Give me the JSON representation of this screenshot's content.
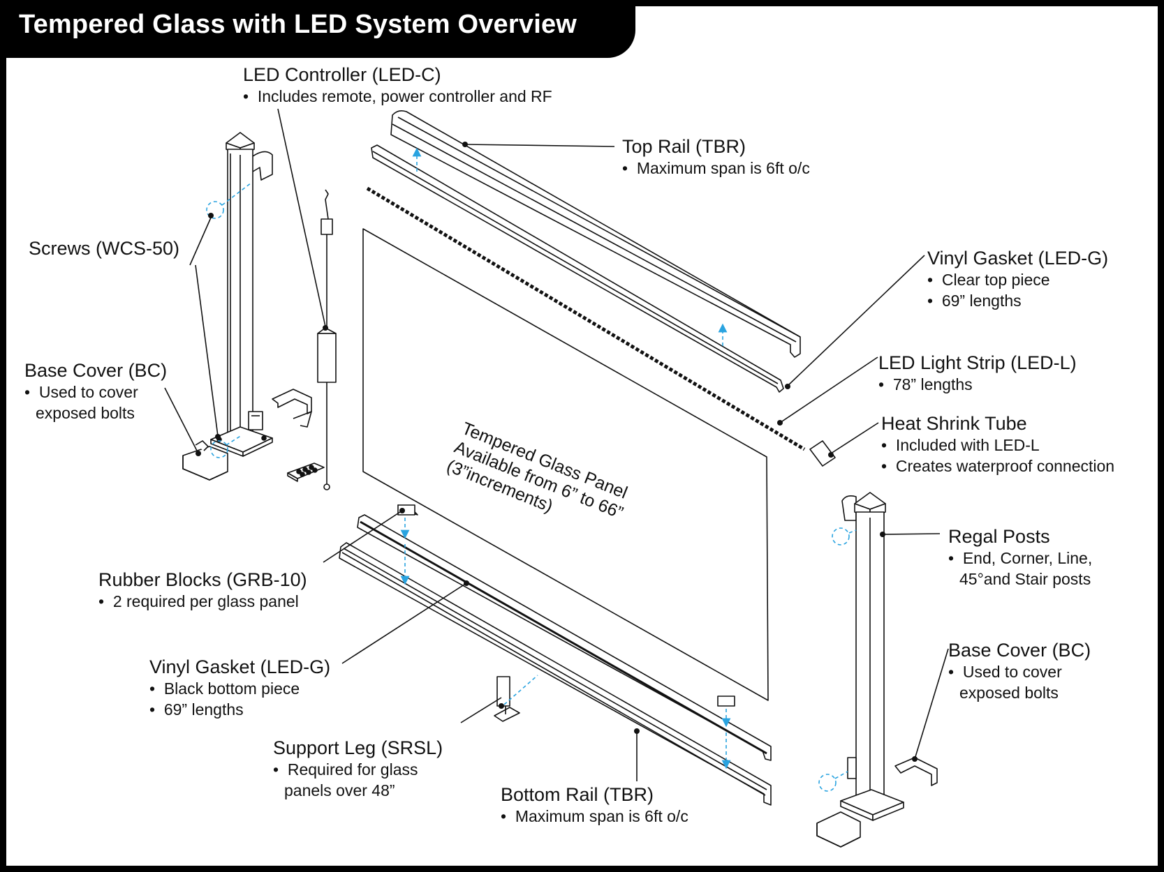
{
  "title": "Tempered Glass with LED System Overview",
  "labels": {
    "led_controller": {
      "title": "LED Controller (LED-C)",
      "bullets": [
        "Includes remote, power controller and RF"
      ]
    },
    "top_rail": {
      "title": "Top Rail (TBR)",
      "bullets": [
        "Maximum span is 6ft o/c"
      ]
    },
    "screws": {
      "title": "Screws (WCS-50)"
    },
    "vinyl_gasket_top": {
      "title": "Vinyl Gasket (LED-G)",
      "bullets": [
        "Clear top piece",
        "69” lengths"
      ]
    },
    "base_cover_left": {
      "title": "Base Cover (BC)",
      "bullet_1": "Used to cover",
      "bullet_1b": "exposed bolts"
    },
    "led_strip": {
      "title": "LED Light Strip (LED-L)",
      "bullets": [
        "78” lengths"
      ]
    },
    "heat_shrink": {
      "title": "Heat Shrink Tube",
      "bullets": [
        "Included with LED-L",
        "Creates waterproof connection"
      ]
    },
    "glass_panel": {
      "lines": [
        "Tempered Glass Panel",
        "Available from 6” to 66”",
        "(3”increments)"
      ]
    },
    "regal_posts": {
      "title": "Regal Posts",
      "bullet_1": "End, Corner, Line,",
      "bullet_1b": "45°and Stair posts"
    },
    "rubber_blocks": {
      "title": "Rubber Blocks (GRB-10)",
      "bullets": [
        "2 required per glass panel"
      ]
    },
    "base_cover_right": {
      "title": "Base Cover (BC)",
      "bullet_1": "Used to cover",
      "bullet_1b": "exposed bolts"
    },
    "vinyl_gasket_bottom": {
      "title": "Vinyl Gasket (LED-G)",
      "bullets": [
        "Black bottom piece",
        "69” lengths"
      ]
    },
    "support_leg": {
      "title": "Support Leg (SRSL)",
      "bullet_1": "Required for glass",
      "bullet_1b": "panels over 48”"
    },
    "bottom_rail": {
      "title": "Bottom Rail (TBR)",
      "bullets": [
        "Maximum span is 6ft o/c"
      ]
    }
  },
  "colors": {
    "frame": "#000000",
    "line": "#111111",
    "guide": "#29a3e0",
    "background": "#ffffff"
  }
}
